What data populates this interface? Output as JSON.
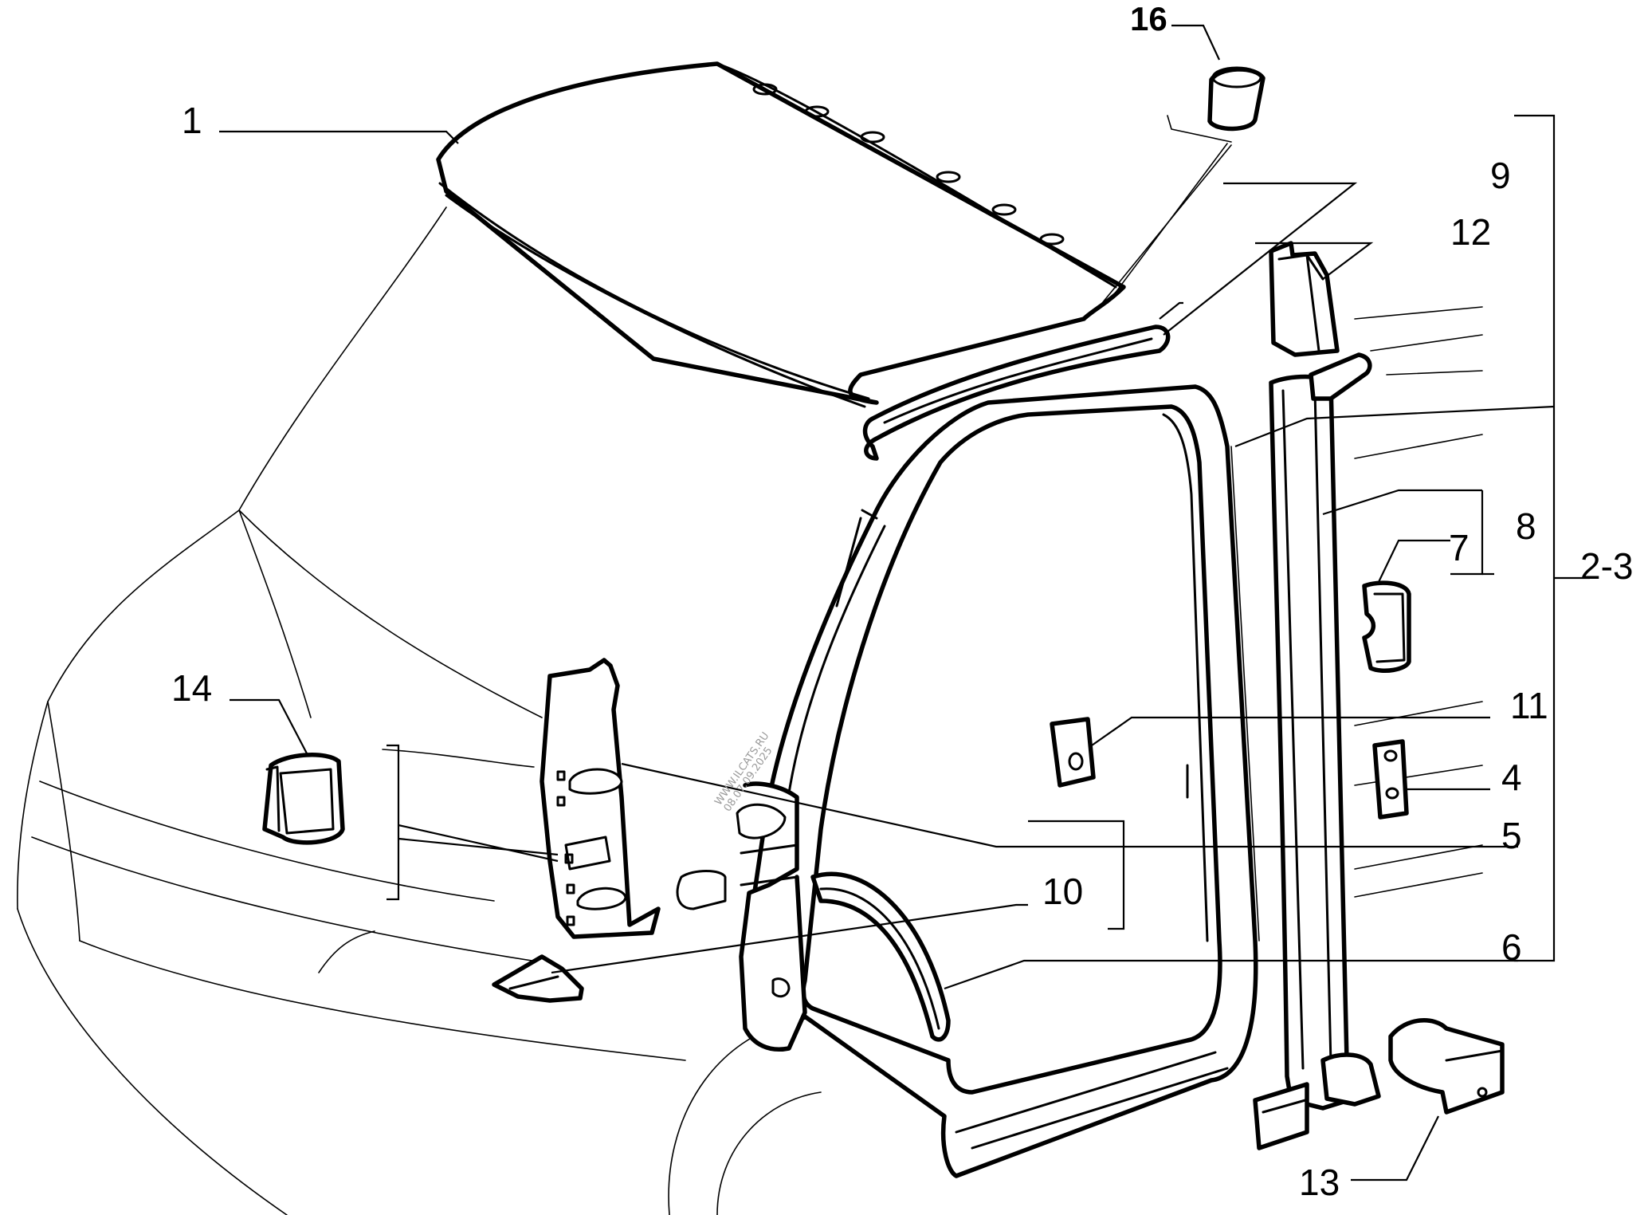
{
  "callouts": {
    "c1": "1",
    "c16": "16",
    "c9": "9",
    "c12": "12",
    "c8": "8",
    "c7": "7",
    "c23": "2-3",
    "c14": "14",
    "c11": "11",
    "c4": "4",
    "c5": "5",
    "c10": "10",
    "c6": "6",
    "c13": "13"
  },
  "watermark": {
    "line1": "WWW.ILCATS.RU",
    "line2": "08.07.09.2025"
  },
  "colors": {
    "ink": "#000000",
    "paper": "#ffffff"
  }
}
